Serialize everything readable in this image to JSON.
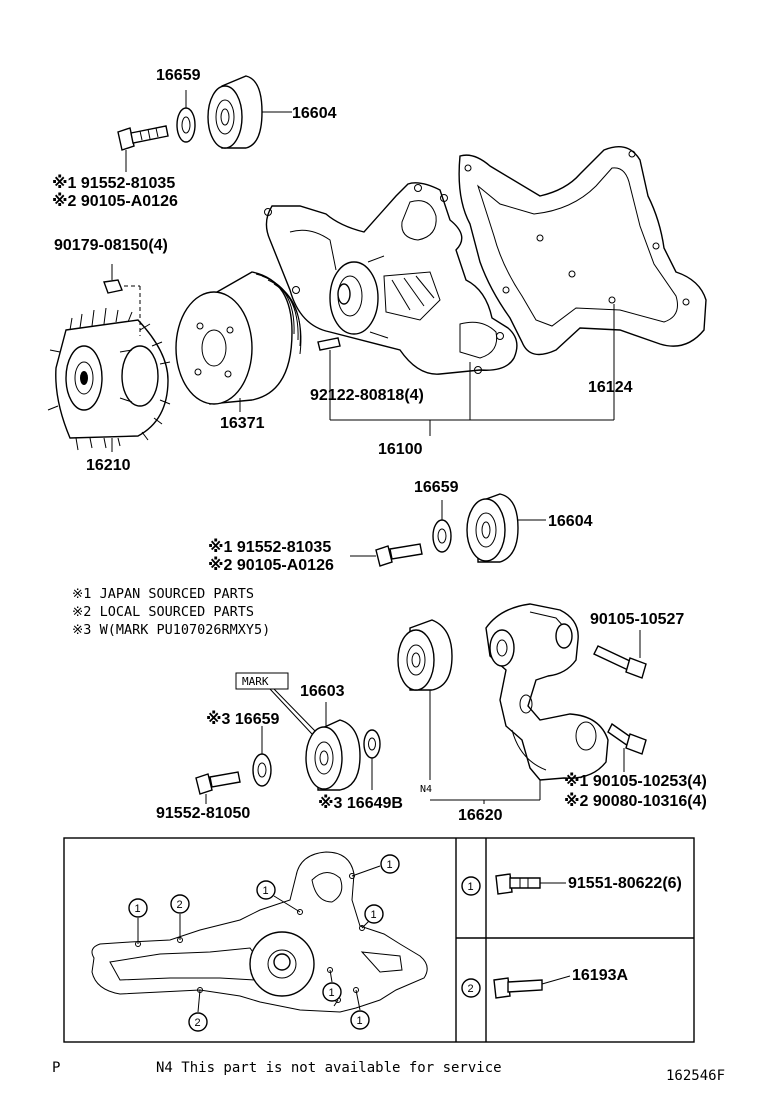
{
  "parts": {
    "p16659_top": "16659",
    "p16604_top": "16604",
    "p91552_81035_top": "※1 91552-81035",
    "p90105_A0126_top": "※2 90105-A0126",
    "p90179": "90179-08150(4)",
    "p16371": "16371",
    "p16210": "16210",
    "p92122": "92122-80818(4)",
    "p16100": "16100",
    "p16124": "16124",
    "p16659_mid": "16659",
    "p16604_mid": "16604",
    "p91552_81035_mid": "※1 91552-81035",
    "p90105_A0126_mid": "※2 90105-A0126",
    "p90105_10527": "90105-10527",
    "mark_box": "MARK",
    "p16603": "16603",
    "p16659_low": "※3 16659",
    "p91552_81050": "91552-81050",
    "p16649B": "※3 16649B",
    "n4": "N4",
    "p16620": "16620",
    "p90105_10253": "※1 90105-10253(4)",
    "p90080_10316": "※2 90080-10316(4)"
  },
  "notes": {
    "n1": "※1  JAPAN SOURCED PARTS",
    "n2": "※2  LOCAL SOURCED PARTS",
    "n3": "※3  W(MARK PU107026RMXY5)"
  },
  "inset": {
    "bolt1_label": "91551-80622(6)",
    "bolt2_label": "16193A",
    "key1": "1",
    "key2": "2"
  },
  "footer": {
    "left": "P",
    "note": "N4 This part is not available for service",
    "code": "162546F"
  }
}
